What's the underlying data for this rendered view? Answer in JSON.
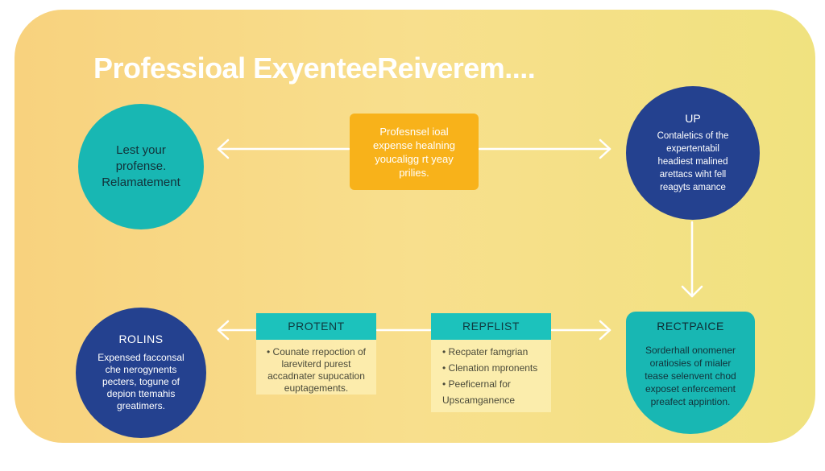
{
  "title": "Professioal ExyenteeReiverem....",
  "nodes": {
    "top_left": {
      "lines": [
        "Lest your",
        "profense.",
        "Relamatement"
      ]
    },
    "center_box": {
      "lines": [
        "Profesnsel ioal",
        "expense healning",
        "youcaligg rt yeay",
        "prilies."
      ]
    },
    "top_right": {
      "heading": "UP",
      "lines": [
        "Contaletics of the",
        "expertentabil",
        "headiest malined",
        "arettacs wiht fell",
        "reagyts amance"
      ]
    },
    "bottom_left": {
      "heading": "ROLINS",
      "lines": [
        "Expensed facconsal",
        "che nerogynents",
        "pecters, togune of",
        "depion ttemahis",
        "greatimers."
      ]
    },
    "protent": {
      "heading": "PROTENT",
      "lines": [
        "• Counate rrepoction of",
        "lareviterd purest",
        "accadnater supucation",
        "euptagements."
      ]
    },
    "repflist": {
      "heading": "REPFLIST",
      "items": [
        "•  Recpater famgrian",
        "•  Clenation mpronents",
        "•  Peeficernal for",
        "Upscamganence"
      ]
    },
    "bottom_right": {
      "heading": "RECTPAICE",
      "lines": [
        "Sorderhall onomener",
        "oratiosies of mialer",
        "tease selenvent chod",
        "exposet enfercement",
        "preafect appintion."
      ]
    }
  },
  "colors": {
    "background_gradient": [
      "#f8d27e",
      "#f0e27f"
    ],
    "teal": "#18b7b3",
    "navy": "#24418f",
    "orange": "#f8b21a",
    "arrow": "#ffffff"
  }
}
